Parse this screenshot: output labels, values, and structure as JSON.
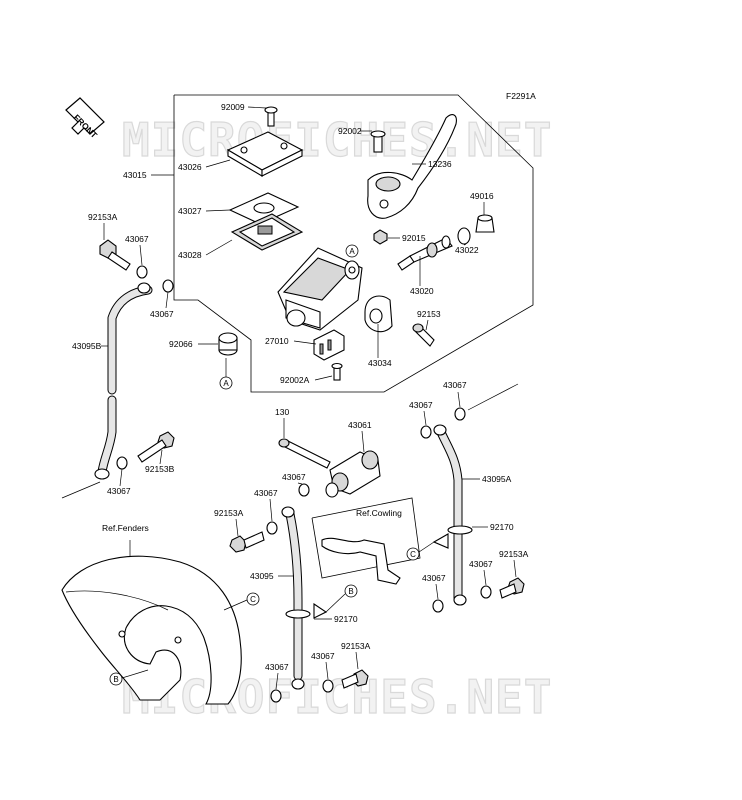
{
  "figure_code": "F2291A",
  "front_marker": "FRONT",
  "watermark": "MICROFICHES.NET",
  "ref_labels": {
    "fenders": "Ref.Fenders",
    "cowling": "Ref.Cowling"
  },
  "callouts": {
    "a": "A",
    "b": "B",
    "c": "C"
  },
  "parts": {
    "p92009": "92009",
    "p92002": "92002",
    "p43026": "43026",
    "p13236": "13236",
    "p43015": "43015",
    "p49016": "49016",
    "p43027": "43027",
    "p92153A_top": "92153A",
    "p43067_a": "43067",
    "p43028": "43028",
    "p92015": "92015",
    "p43022": "43022",
    "p43020": "43020",
    "p43067_b": "43067",
    "p92153": "92153",
    "p43095B": "43095B",
    "p92066": "92066",
    "p27010": "27010",
    "p43034": "43034",
    "p92002A": "92002A",
    "p43067_c": "43067",
    "p130": "130",
    "p43061": "43061",
    "p43067_d": "43067",
    "p92153B": "92153B",
    "p43067_e": "43067",
    "p43095A": "43095A",
    "p43067_f": "43067",
    "p43067_g": "43067",
    "p92153A_mid": "92153A",
    "p92170_r": "92170",
    "p43095": "43095",
    "p92153A_r": "92153A",
    "p43067_h": "43067",
    "p43067_i": "43067",
    "p92170_l": "92170",
    "p92153A_bot": "92153A",
    "p43067_j": "43067",
    "p43067_k": "43067"
  }
}
